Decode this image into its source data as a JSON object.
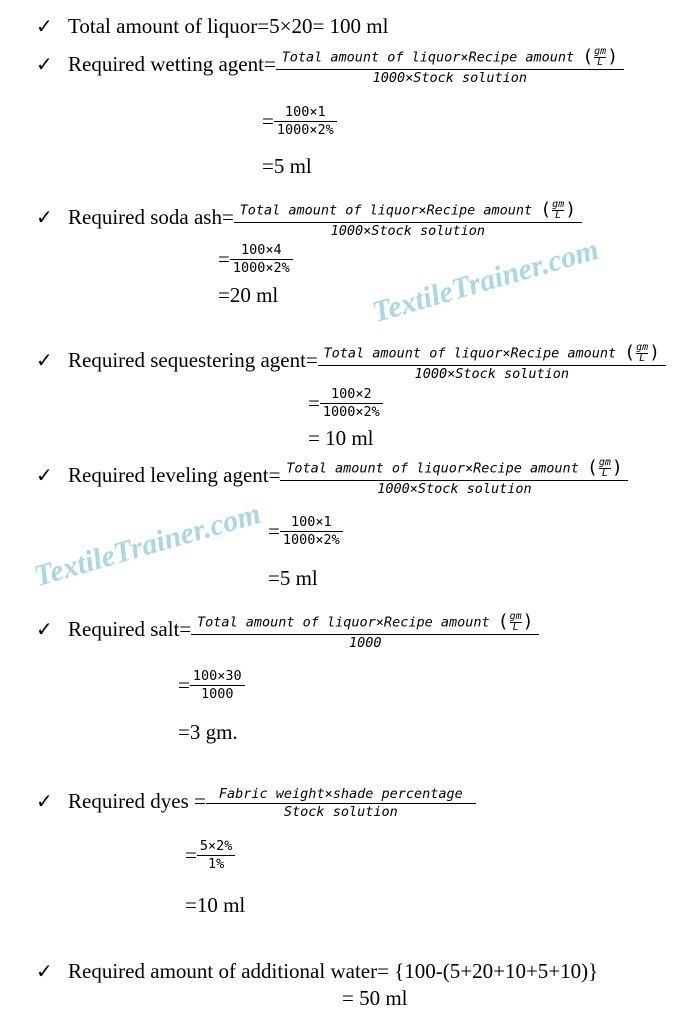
{
  "watermark": "TextileTrainer.com",
  "check_glyph": "✓",
  "formula_num": "Total amount of liquor×Recipe amount",
  "formula_unit_num": "gm",
  "formula_unit_den": "L",
  "formula_den_stock": "1000×Stock solution",
  "formula_den_plain": "1000",
  "line1": "Total amount of liquor=5×20= 100 ml",
  "wetting": {
    "label": "Required wetting agent=",
    "num": "100×1",
    "den": "1000×2%",
    "result": "=5 ml"
  },
  "soda": {
    "label": "Required soda ash=",
    "num": "100×4",
    "den": "1000×2%",
    "result": "=20 ml"
  },
  "seq": {
    "label": "Required sequestering agent=",
    "num": "100×2",
    "den": "1000×2%",
    "result": "= 10 ml"
  },
  "level": {
    "label": "Required leveling agent=",
    "num": "100×1",
    "den": "1000×2%",
    "result": "=5 ml"
  },
  "salt": {
    "label": "Required salt=",
    "num": "100×30",
    "den": "1000",
    "result": "=3 gm."
  },
  "dyes": {
    "label": "Required dyes =",
    "formula_num": "Fabric weight×shade percentage",
    "formula_den": "Stock solution",
    "num": "5×2%",
    "den": "1%",
    "result": "=10 ml"
  },
  "water": {
    "label": "Required amount of additional water=",
    "expr": "{100-(5+20+10+5+10)}",
    "result": "= 50 ml"
  }
}
